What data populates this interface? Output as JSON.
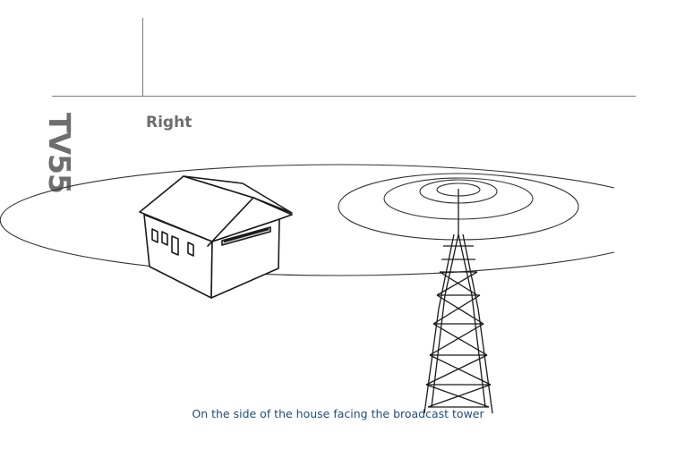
{
  "model_label": "TV55",
  "section_title": "Right",
  "caption": "On the side of the house facing the broadcast tower",
  "illustration": {
    "subjects": [
      "house-with-antenna",
      "broadcast-tower",
      "signal-rings"
    ]
  },
  "colors": {
    "heading_gray": "#6e6e6e",
    "caption_blue": "#1f4e79",
    "rule_gray": "#7a7a7a"
  }
}
